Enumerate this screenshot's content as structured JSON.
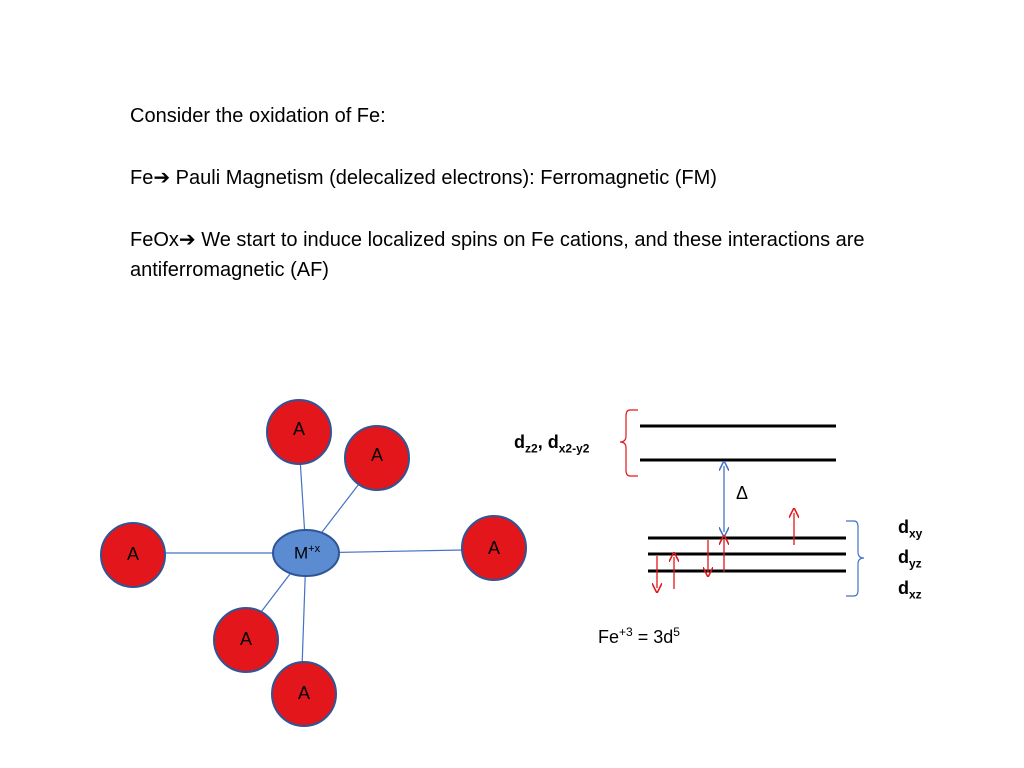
{
  "intro": {
    "heading": "Consider the oxidation of Fe:",
    "line1_prefix": "Fe",
    "line1_text": " Pauli Magnetism (delecalized electrons):  Ferromagnetic (FM)",
    "line2_prefix": "FeOx",
    "line2_text": " We start to induce localized spins on Fe cations, and these interactions are antiferromagnetic (AF)",
    "arrow_icon": "right-arrow-icon"
  },
  "complex": {
    "metal_label": "M",
    "metal_charge": "+x",
    "anion_label": "A",
    "colors": {
      "anion_fill": "#e3161b",
      "anion_stroke": "#2f5597",
      "metal_fill": "#5b8bd0",
      "bond": "#4472c4"
    }
  },
  "energy_diagram": {
    "eg_label_a": "d",
    "eg_label_a_sub": "z2",
    "eg_sep": ",",
    "eg_label_b": "d",
    "eg_label_b_sub": "x2-y2",
    "delta": "Δ",
    "t2g": [
      {
        "d": "d",
        "sub": "xy"
      },
      {
        "d": "d",
        "sub": "yz"
      },
      {
        "d": "d",
        "sub": "xz"
      }
    ],
    "config_prefix": "Fe",
    "config_charge": "+3",
    "config_eq": " = 3d",
    "config_exp": "5",
    "colors": {
      "eg_bracket": "#e3161b",
      "t2g_bracket": "#4472c4",
      "spin_arrow": "#e3161b",
      "delta_arrow": "#4472c4"
    }
  }
}
